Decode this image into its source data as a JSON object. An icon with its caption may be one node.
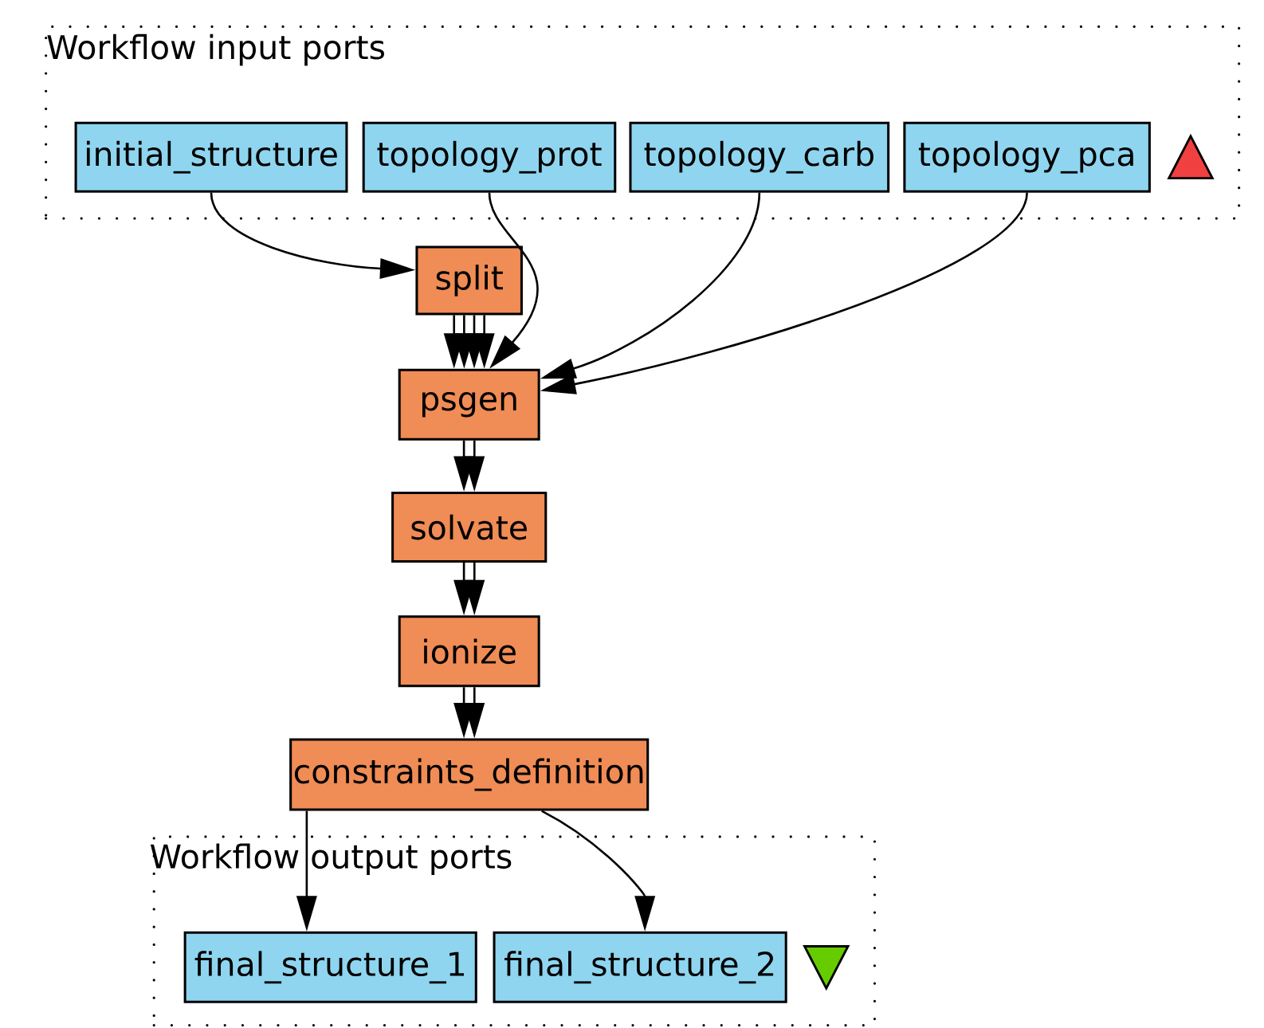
{
  "diagram": {
    "nodes": [
      {
        "text": [
          "Workflow input ports"
        ]
      },
      {
        "text": [
          "initial_structure"
        ],
        "in": 0
      },
      {
        "text": [
          "topology_prot"
        ],
        "in": 0
      },
      {
        "text": [
          "topology_carb"
        ],
        "in": 0
      },
      {
        "text": [
          "topology_pca"
        ],
        "in": 0
      },
      {
        "text": [
          "split"
        ]
      },
      {
        "text": [
          "psgen"
        ]
      },
      {
        "text": [
          "solvate"
        ]
      },
      {
        "text": [
          "ionize"
        ]
      },
      {
        "text": [
          "constraints_definition"
        ]
      },
      {
        "text": [
          "Workflow output ports"
        ]
      },
      {
        "text": [
          "final_structure_1"
        ],
        "in": 10
      },
      {
        "text": [
          "final_structure_2"
        ],
        "in": 10
      }
    ],
    "edges": [
      {
        "from": 1,
        "to": 5,
        "arrow": "to"
      },
      {
        "from": 2,
        "to": 6,
        "arrow": "to"
      },
      {
        "from": 3,
        "to": 6,
        "arrow": "to"
      },
      {
        "from": 4,
        "to": 6,
        "arrow": "to"
      },
      {
        "from": 5,
        "to": 6,
        "arrow": "to"
      },
      {
        "from": 5,
        "to": 6,
        "arrow": "to"
      },
      {
        "from": 5,
        "to": 6,
        "arrow": "to"
      },
      {
        "from": 5,
        "to": 6,
        "arrow": "to"
      },
      {
        "from": 6,
        "to": 7,
        "arrow": "to"
      },
      {
        "from": 6,
        "to": 7,
        "arrow": "to"
      },
      {
        "from": 7,
        "to": 8,
        "arrow": "to"
      },
      {
        "from": 7,
        "to": 8,
        "arrow": "to"
      },
      {
        "from": 8,
        "to": 9,
        "arrow": "to"
      },
      {
        "from": 8,
        "to": 9,
        "arrow": "to"
      },
      {
        "from": 9,
        "to": 11,
        "arrow": "to"
      },
      {
        "from": 9,
        "to": 12,
        "arrow": "to"
      }
    ]
  }
}
